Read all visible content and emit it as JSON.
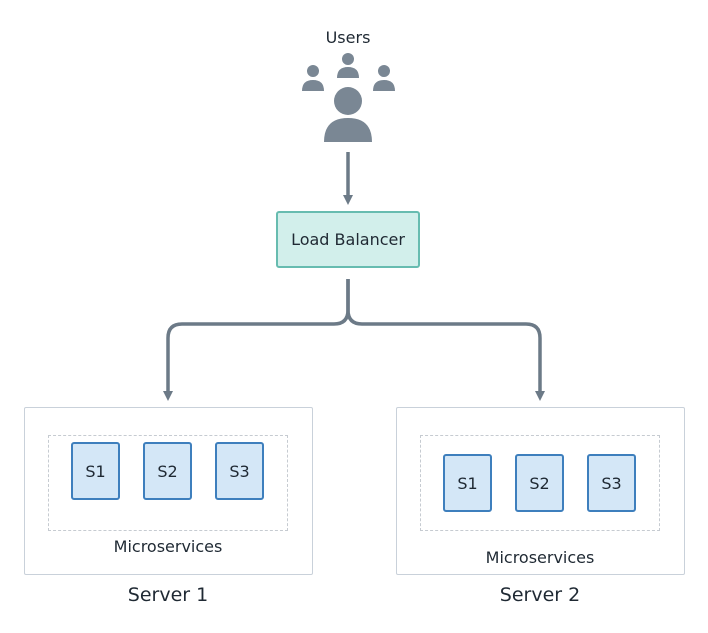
{
  "users": {
    "label": "Users"
  },
  "load_balancer": {
    "label": "Load Balancer"
  },
  "servers": [
    {
      "label": "Server 1",
      "group_label": "Microservices",
      "services": [
        "S1",
        "S2",
        "S3"
      ]
    },
    {
      "label": "Server 2",
      "group_label": "Microservices",
      "services": [
        "S1",
        "S2",
        "S3"
      ]
    }
  ],
  "colors": {
    "connector": "#6c7a87",
    "icon": "#7a8794",
    "lb_fill": "#d2efeb",
    "lb_border": "#67bcb0",
    "service_fill": "#d4e7f7",
    "service_border": "#3e7fbd",
    "server_border": "#c9d1da"
  }
}
